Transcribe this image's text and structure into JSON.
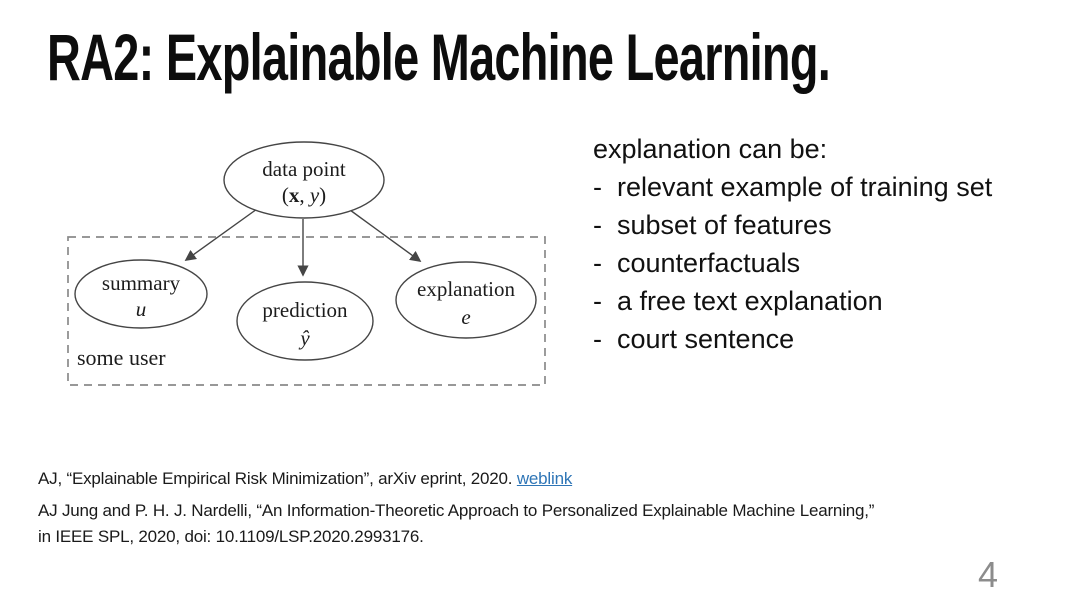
{
  "slide": {
    "title": "RA2: Explainable Machine Learning.",
    "page_number": "4"
  },
  "diagram": {
    "top_node": {
      "label": "data point",
      "math": {
        "open": "(",
        "x": "x",
        "sep": ", ",
        "y": "y",
        "close": ")"
      }
    },
    "nodes": [
      {
        "label": "summary",
        "symbol": "u"
      },
      {
        "label": "prediction",
        "symbol": "ŷ"
      },
      {
        "label": "explanation",
        "symbol": "e"
      }
    ],
    "user_box_label": "some user"
  },
  "explanation_list": {
    "heading": "explanation can be:",
    "bullet": "-",
    "items": [
      "relevant example of training set",
      "subset of features",
      "counterfactuals",
      "a free text explanation",
      "court sentence"
    ]
  },
  "references": {
    "ref1_text": "AJ, “Explainable Empirical Risk Minimization”, arXiv eprint, 2020. ",
    "ref1_link_label": "weblink",
    "ref2_line1": "AJ Jung and P. H. J. Nardelli, “An Information-Theoretic Approach to Personalized Explainable Machine Learning,”",
    "ref2_line2": "in IEEE SPL, 2020, doi: 10.1109/LSP.2020.2993176."
  },
  "colors": {
    "link": "#2e75b6",
    "page_number": "#8c8c8c",
    "diagram_stroke": "#454545",
    "dashed_box": "#8a8a8a"
  }
}
